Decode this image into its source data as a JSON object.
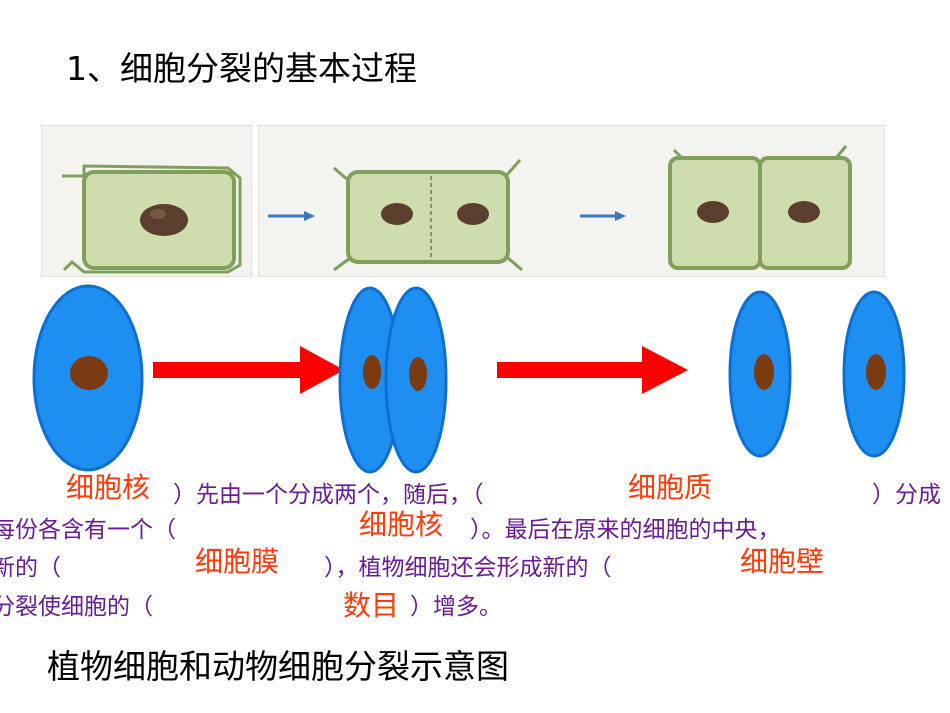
{
  "title": "1、细胞分裂的基本过程",
  "caption": "植物细胞和动物细胞分裂示意图",
  "colors": {
    "plant_cell_fill": "#cfdcad",
    "plant_cell_wall": "#7fa05a",
    "nucleus": "#5b3f2e",
    "animal_cell": "#1e8ff0",
    "animal_nucleus": "#7a3b10",
    "red_arrow": "#ff0000",
    "blue_arrow": "#3a78c2",
    "text_purple": "#6a1b9a",
    "answer_red": "#ff3b0a"
  },
  "sentences": {
    "line1_a": "）先由一个分成两个，随后，（",
    "line1_b": "）分成",
    "line2_a": "每份各含有一个（",
    "line2_b": "）。最后在原来的细胞的中央，",
    "line3_a": "新的（",
    "line3_b": "），植物细胞还会形成新的（",
    "line4_a": "分裂使细胞的（",
    "line4_b": "）增多。"
  },
  "answers": {
    "a1": "细胞核",
    "a2": "细胞质",
    "a3": "细胞核",
    "a4": "细胞膜",
    "a5": "细胞壁",
    "a6": "数目"
  }
}
